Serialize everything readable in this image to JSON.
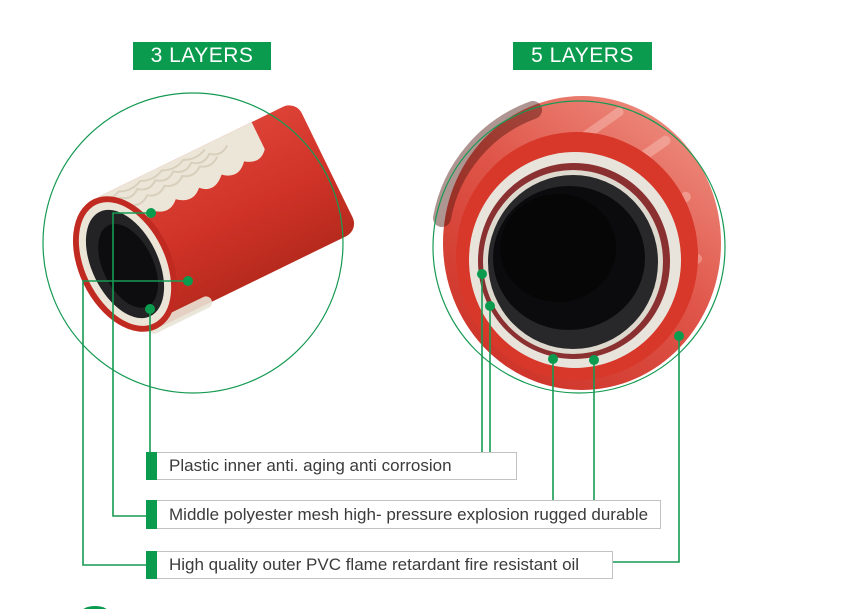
{
  "headers": [
    {
      "label": "3 LAYERS"
    },
    {
      "label": "5 LAYERS"
    }
  ],
  "callouts": [
    {
      "label": "Plastic inner anti. aging anti corrosion"
    },
    {
      "label": "Middle polyester mesh high- pressure explosion rugged durable"
    },
    {
      "label": "High quality outer PVC flame retardant fire resistant oil"
    }
  ],
  "figures": [
    {
      "name": "3-layer hose cross-section photo"
    },
    {
      "name": "5-layer hose cross-section photo"
    }
  ],
  "colors": {
    "green": "#0a9b4e",
    "line_green": "#169a53",
    "header_text": "#ffffff",
    "box_border": "#c3c3c3",
    "box_text": "#3b3b3b",
    "page_bg": "#ffffff",
    "hose_red": "#cf3227",
    "hose_inner_black": "#232325",
    "mesh_white": "#ece6d9"
  }
}
